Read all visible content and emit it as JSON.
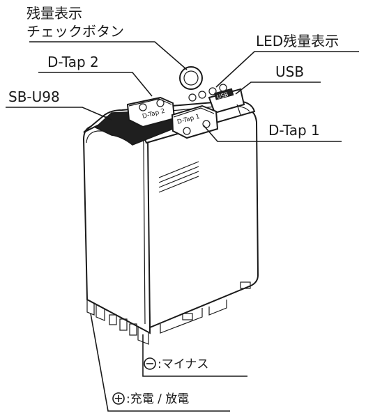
{
  "labels": {
    "check_button_line1": "残量表示",
    "check_button_line2": "チェックボタン",
    "led_display": "LED残量表示",
    "dtap2": "D-Tap 2",
    "usb": "USB",
    "model": "SB-U98",
    "dtap1": "D-Tap 1",
    "minus": ":マイナス",
    "plus": ":充電 / 放電"
  },
  "battery_markings": {
    "dtap2": "D-Tap 2",
    "dtap1": "D-Tap 1",
    "usb": "USB"
  },
  "colors": {
    "ink": "#1a1a1a",
    "panel": "#1f1f1f",
    "background": "#ffffff"
  }
}
